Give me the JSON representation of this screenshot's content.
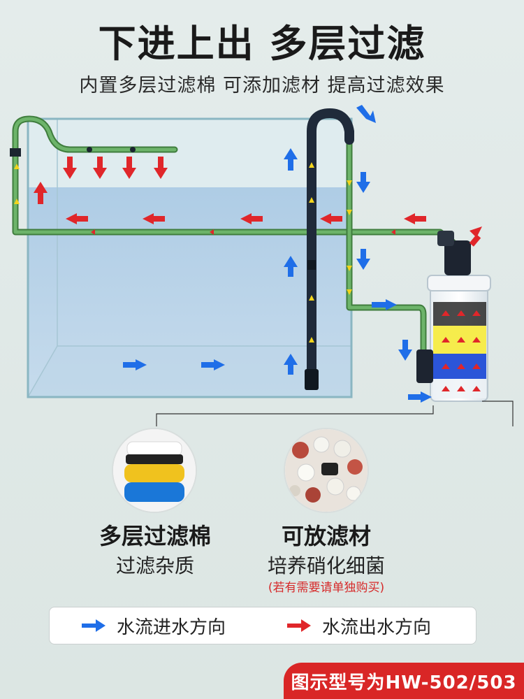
{
  "header": {
    "title": "下进上出 多层过滤",
    "subtitle": "内置多层过滤棉 可添加滤材 提高过滤效果"
  },
  "media": {
    "left": {
      "title": "多层过滤棉",
      "sub": "过滤杂质"
    },
    "right": {
      "title": "可放滤材",
      "sub": "培养硝化细菌",
      "note": "(若有需要请单独购买)"
    }
  },
  "legend": {
    "in_label": "水流进水方向",
    "out_label": "水流出水方向"
  },
  "model": {
    "label": "图示型号为HW-502/503"
  },
  "colors": {
    "in_arrow": "#1f6ee8",
    "out_arrow": "#e0262a",
    "pipe_green": "#5da85a",
    "bar_red": "#d92626",
    "sponge_yellow": "#f6ec4c",
    "sponge_blue": "#2b55d8"
  }
}
